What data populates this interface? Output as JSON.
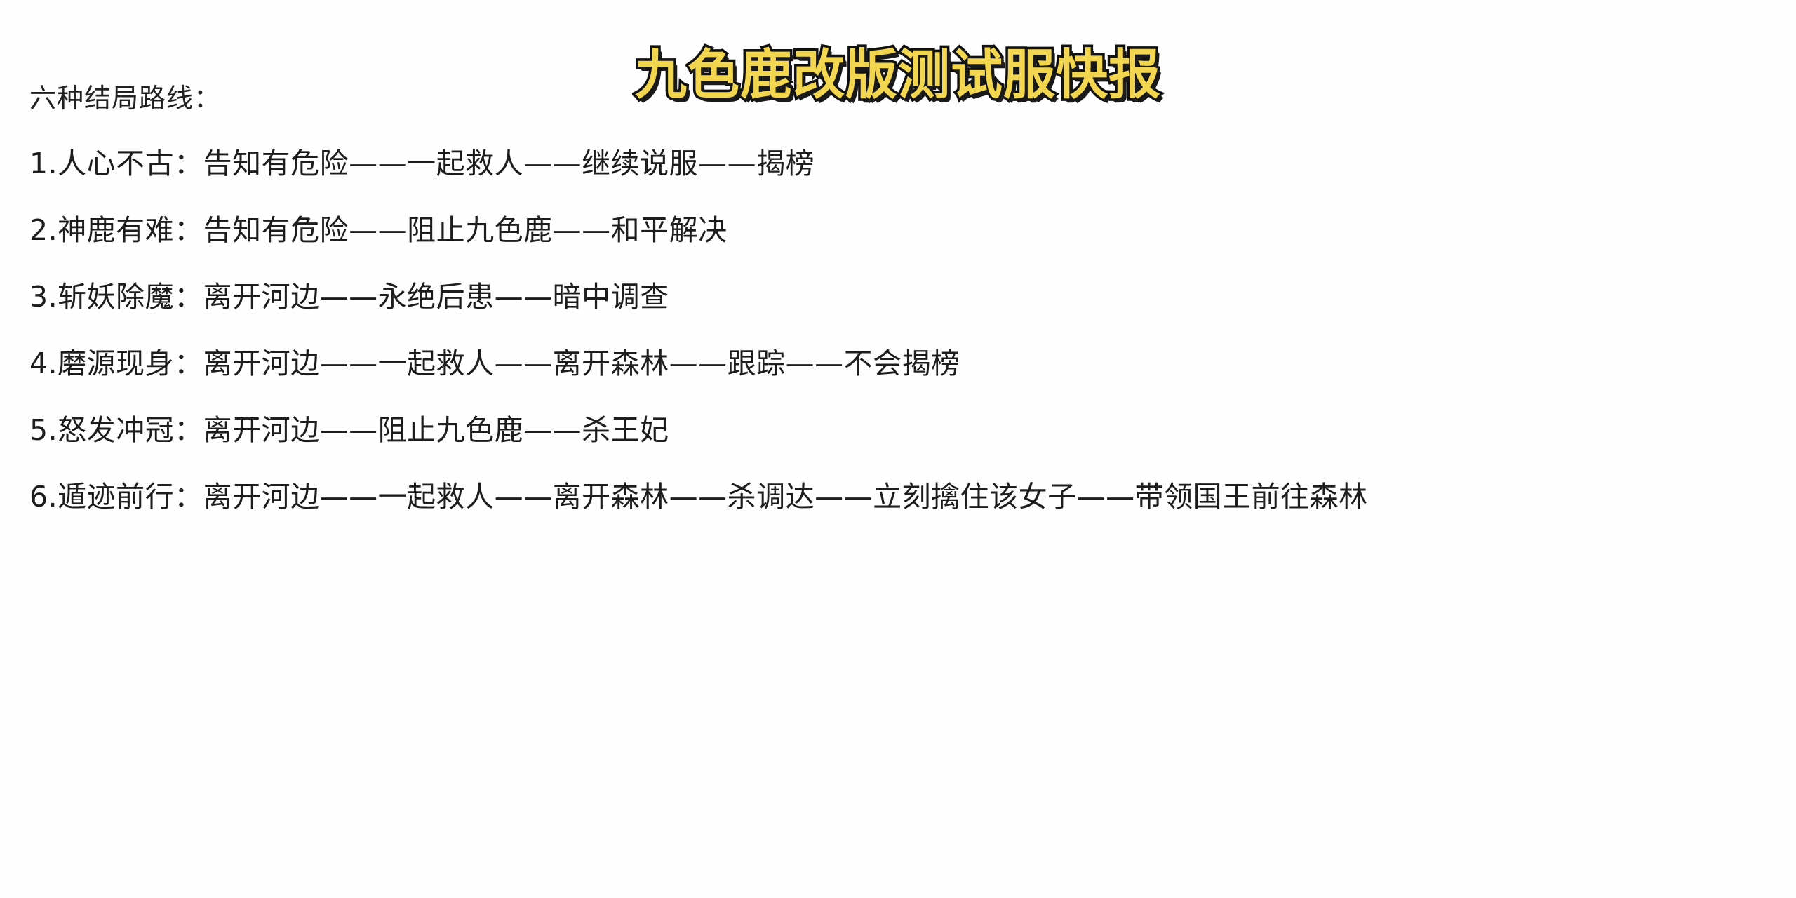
{
  "document": {
    "title": "九色鹿改版测试服快报",
    "lead": "六种结局路线：",
    "routes": [
      {
        "index": "1.",
        "name": "人心不古",
        "colon": "：",
        "path": "告知有危险——一起救人——继续说服——揭榜",
        "full": "1.人心不古：告知有危险——一起救人——继续说服——揭榜",
        "steps": [
          "告知有危险",
          "一起救人",
          "继续说服",
          "揭榜"
        ]
      },
      {
        "index": "2.",
        "name": "神鹿有难",
        "colon": "：",
        "path": "告知有危险——阻止九色鹿——和平解决",
        "full": "2.神鹿有难：告知有危险——阻止九色鹿——和平解决",
        "steps": [
          "告知有危险",
          "阻止九色鹿",
          "和平解决"
        ]
      },
      {
        "index": "3.",
        "name": "斩妖除魔",
        "colon": "：",
        "path": "离开河边——永绝后患——暗中调查",
        "full": "3.斩妖除魔：离开河边——永绝后患——暗中调查",
        "steps": [
          "离开河边",
          "永绝后患",
          "暗中调查"
        ]
      },
      {
        "index": "4.",
        "name": "磨源现身",
        "colon": "：",
        "path": "离开河边——一起救人——离开森林——跟踪——不会揭榜",
        "full": "4.磨源现身：离开河边——一起救人——离开森林——跟踪——不会揭榜",
        "steps": [
          "离开河边",
          "一起救人",
          "离开森林",
          "跟踪",
          "不会揭榜"
        ]
      },
      {
        "index": "5.",
        "name": "怒发冲冠",
        "colon": "：",
        "path": "离开河边——阻止九色鹿——杀王妃",
        "full": "5.怒发冲冠：离开河边——阻止九色鹿——杀王妃",
        "steps": [
          "离开河边",
          "阻止九色鹿",
          "杀王妃"
        ]
      },
      {
        "index": "6.",
        "name": "遁迹前行",
        "colon": "：",
        "path": "离开河边——一起救人——离开森林——杀调达——立刻擒住该女子——带领国王前往森林",
        "full": "6.遁迹前行：离开河边——一起救人——离开森林——杀调达——立刻擒住该女子——带领国王前往森林",
        "steps": [
          "离开河边",
          "一起救人",
          "离开森林",
          "杀调达",
          "立刻擒住该女子",
          "带领国王前往森林"
        ]
      }
    ]
  },
  "colors": {
    "title_fill": "#F2D64F",
    "title_stroke": "#111111",
    "body_text": "#1d1d1d",
    "background": "#ffffff"
  }
}
